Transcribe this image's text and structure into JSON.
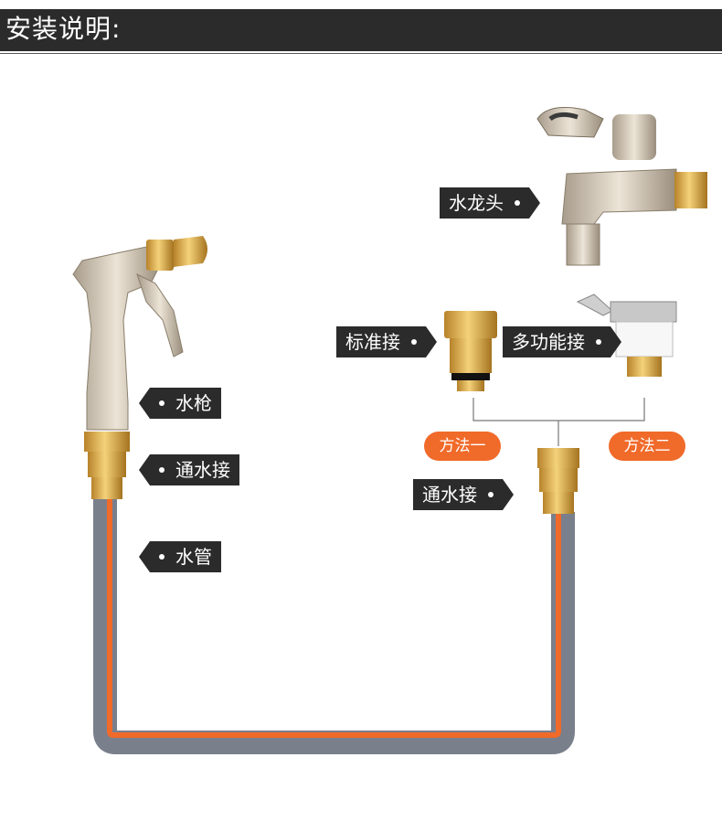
{
  "header": {
    "title": "安装说明:"
  },
  "labels": {
    "faucet": "水龙头",
    "standard_connector": "标准接",
    "multi_connector": "多功能接",
    "gun": "水枪",
    "gun_connector": "通水接",
    "hose": "水管",
    "right_connector": "通水接"
  },
  "methods": {
    "one": "方法一",
    "two": "方法二"
  },
  "colors": {
    "accent": "#f06a2a",
    "tag_bg": "#2b2b2b",
    "brass": "#d9a93a",
    "hose_gray": "#7a7f8c",
    "hose_orange": "#f06a2a"
  }
}
